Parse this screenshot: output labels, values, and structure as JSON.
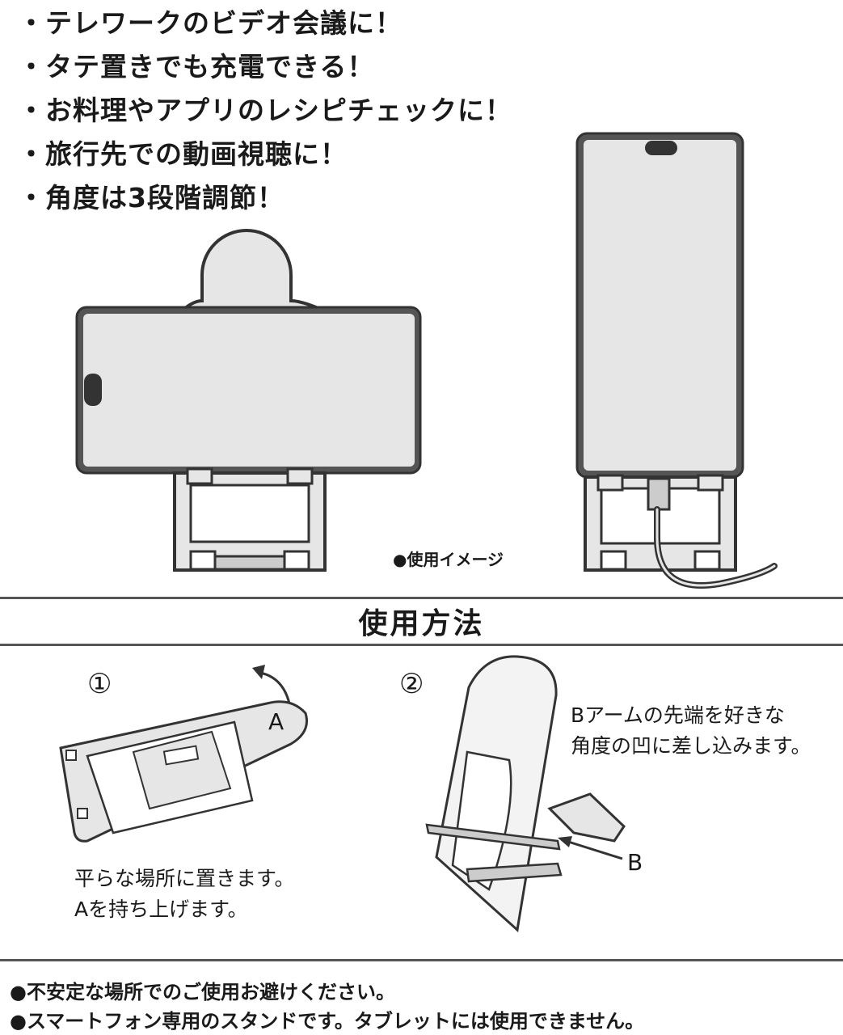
{
  "features": [
    "・テレワークのビデオ会議に！",
    "・タテ置きでも充電できる！",
    "・お料理やアプリのレシピチェックに！",
    "・旅行先での動画視聴に！",
    "・角度は3段階調節！"
  ],
  "usage_image_caption": "●使用イメージ",
  "section_title": "使用方法",
  "steps": [
    {
      "number": "①",
      "label": "A",
      "lines": [
        "平らな場所に置きます。",
        "Aを持ち上げます。"
      ]
    },
    {
      "number": "②",
      "label": "B",
      "lines": [
        "Bアームの先端を好きな",
        "角度の凹に差し込みます。"
      ]
    }
  ],
  "notes": [
    "●不安定な場所でのご使用お避けください。",
    "●スマートフォン専用のスタンドです。タブレットには使用できません。"
  ],
  "colors": {
    "line": "#333333",
    "fill_light": "#e6e6e6",
    "fill_mid": "#cccccc"
  }
}
